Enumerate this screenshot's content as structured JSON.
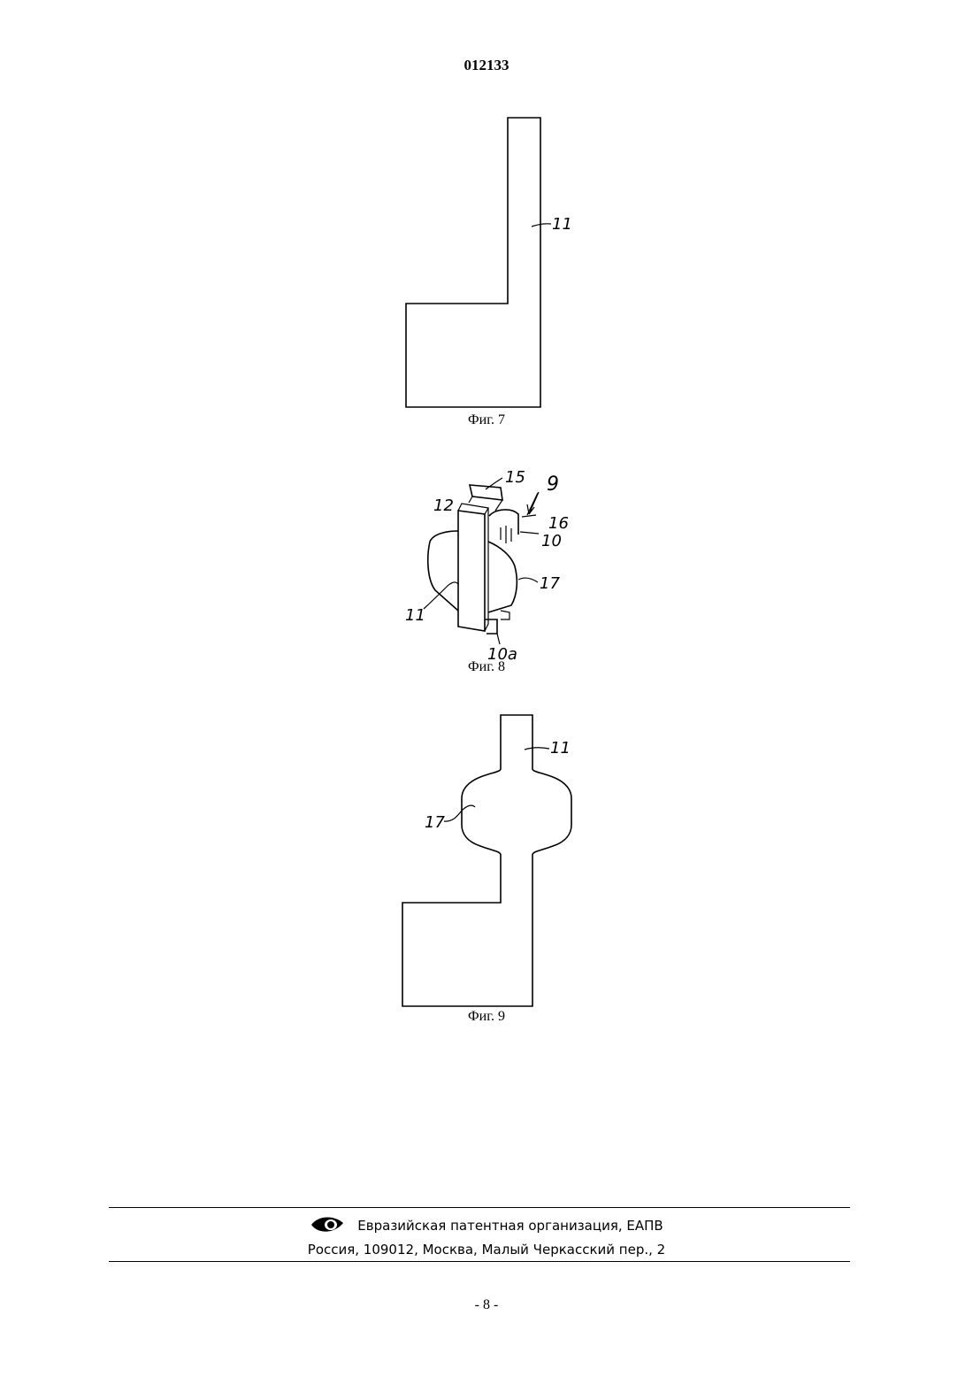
{
  "header": {
    "patent_number": "012133"
  },
  "figures": [
    {
      "caption": "Фиг. 7",
      "labels": [
        "11"
      ]
    },
    {
      "caption": "Фиг. 8",
      "labels": [
        "15",
        "9",
        "12",
        "16",
        "10",
        "17",
        "11",
        "10a"
      ]
    },
    {
      "caption": "Фиг. 9",
      "labels": [
        "11",
        "17"
      ]
    }
  ],
  "footer": {
    "organization": "Евразийская патентная организация, ЕАПВ",
    "address": "Россия, 109012, Москва, Малый Черкасский пер., 2",
    "logo_icon": "eapo-eye-logo-icon"
  },
  "page_number": "- 8 -"
}
